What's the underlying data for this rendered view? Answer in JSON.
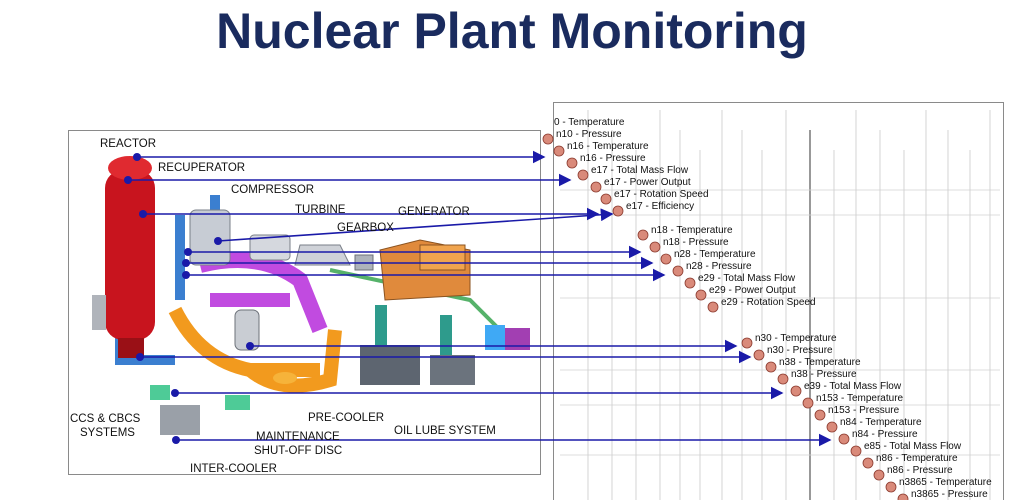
{
  "title": "Nuclear Plant Monitoring",
  "plant": {
    "labels": [
      {
        "key": "reactor",
        "text": "REACTOR"
      },
      {
        "key": "recuperator",
        "text": "RECUPERATOR"
      },
      {
        "key": "compressor",
        "text": "COMPRESSOR"
      },
      {
        "key": "turbine",
        "text": "TURBINE"
      },
      {
        "key": "generator",
        "text": "GENERATOR"
      },
      {
        "key": "gearbox",
        "text": "GEARBOX"
      },
      {
        "key": "ccs1",
        "text": "CCS & CBCS"
      },
      {
        "key": "ccs2",
        "text": "SYSTEMS"
      },
      {
        "key": "precooler",
        "text": "PRE-COOLER"
      },
      {
        "key": "maint1",
        "text": "MAINTENANCE"
      },
      {
        "key": "maint2",
        "text": "SHUT-OFF DISC"
      },
      {
        "key": "oillube",
        "text": "OIL LUBE SYSTEM"
      },
      {
        "key": "intercooler",
        "text": "INTER-COOLER"
      }
    ]
  },
  "graph": {
    "nodes": [
      "0 - Temperature",
      "n10 - Pressure",
      "n16 - Temperature",
      "n16 - Pressure",
      "e17 - Total Mass Flow",
      "e17 - Power Output",
      "e17 - Rotation Speed",
      "e17 - Efficiency",
      "n18 - Temperature",
      "n18 - Pressure",
      "n28 - Temperature",
      "n28 - Pressure",
      "e29 - Total Mass Flow",
      "e29 - Power Output",
      "e29 - Rotation Speed",
      "n30 - Temperature",
      "n30 - Pressure",
      "n38 - Temperature",
      "n38 - Pressure",
      "e39 - Total Mass Flow",
      "n153 - Temperature",
      "n153 - Pressure",
      "n84 - Temperature",
      "n84 - Pressure",
      "e85 - Total Mass Flow",
      "n86 - Temperature",
      "n86 - Pressure",
      "n3865 - Temperature",
      "n3865 - Pressure"
    ]
  },
  "colors": {
    "title": "#1a2b5e",
    "arrow": "#1a1aa8",
    "node_fill": "#d98a7a",
    "reactor": "#c8141e",
    "pipe_purple": "#c14be0",
    "pipe_orange": "#f29a1e",
    "pipe_blue": "#3b7fd0",
    "generator": "#e08a3c"
  }
}
